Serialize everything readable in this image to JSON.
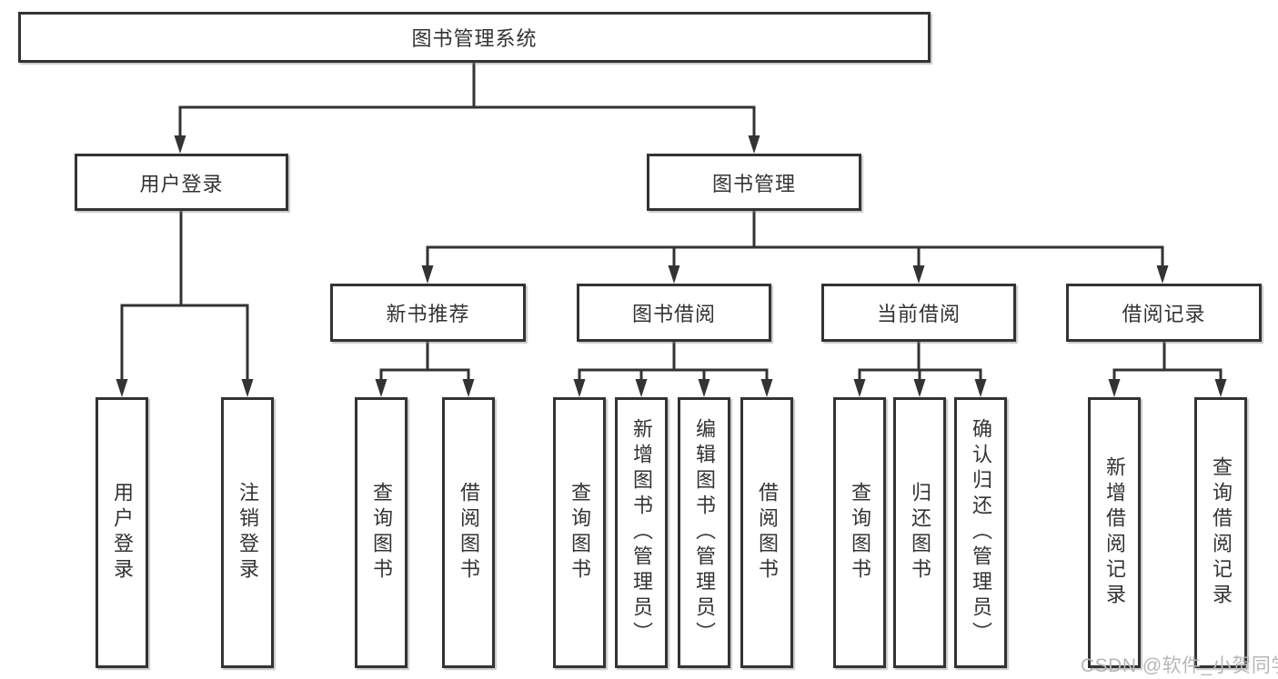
{
  "title": "图书管理系统",
  "watermark": "CSDN @软件_小贺同学",
  "colors": {
    "line": "#333333",
    "node_border": "#333333",
    "node_fill": "#ffffff",
    "text": "#333333",
    "watermark": "#b7b7b7",
    "background": "#ffffff"
  },
  "tree": {
    "root": "图书管理系统",
    "branches": [
      {
        "label": "用户登录",
        "leaves": [
          "用户登录",
          "注销登录"
        ]
      },
      {
        "label": "图书管理",
        "groups": [
          {
            "label": "新书推荐",
            "leaves": [
              "查询图书",
              "借阅图书"
            ]
          },
          {
            "label": "图书借阅",
            "leaves": [
              "查询图书",
              "新增图书（管理员）",
              "编辑图书（管理员）",
              "借阅图书"
            ]
          },
          {
            "label": "当前借阅",
            "leaves": [
              "查询图书",
              "归还图书",
              "确认归还（管理员）"
            ]
          },
          {
            "label": "借阅记录",
            "leaves": [
              "新增借阅记录",
              "查询借阅记录"
            ]
          }
        ]
      }
    ]
  }
}
